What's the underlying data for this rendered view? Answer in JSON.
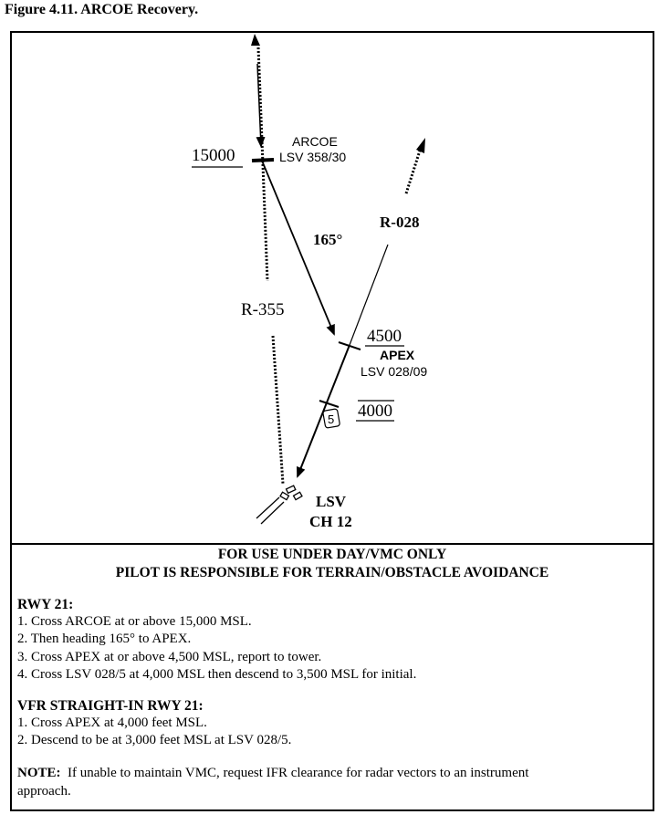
{
  "figure": {
    "title": "Figure 4.11.  ARCOE Recovery."
  },
  "diagram": {
    "arcoe": {
      "name": "ARCOE",
      "fix": "LSV 358/30",
      "altitude": "15000"
    },
    "heading": "165°",
    "radial_355": "R-355",
    "radial_028": "R-028",
    "apex": {
      "name": "APEX",
      "fix": "LSV 028/09",
      "altitude": "4500"
    },
    "dme_marker": "5",
    "dme_altitude": "4000",
    "station": {
      "id": "LSV",
      "channel": "CH 12"
    }
  },
  "caution": {
    "line1": "FOR USE UNDER DAY/VMC ONLY",
    "line2": "PILOT IS RESPONSIBLE FOR TERRAIN/OBSTACLE AVOIDANCE"
  },
  "rwy21": {
    "title": "RWY 21:",
    "steps": [
      "1.  Cross ARCOE at or above 15,000 MSL.",
      "2.  Then heading 165° to APEX.",
      "3.  Cross APEX at or above 4,500 MSL, report to tower.",
      "4.  Cross LSV 028/5 at 4,000 MSL then descend to 3,500 MSL for initial."
    ]
  },
  "vfr": {
    "title": "VFR STRAIGHT-IN RWY 21:",
    "steps": [
      "1.  Cross APEX at 4,000 feet MSL.",
      "2.  Descend to be at 3,000 feet MSL at LSV 028/5."
    ]
  },
  "note": {
    "label": "NOTE:",
    "line1": "  If unable to maintain VMC, request IFR clearance for radar vectors to an instrument",
    "line2": "approach."
  }
}
